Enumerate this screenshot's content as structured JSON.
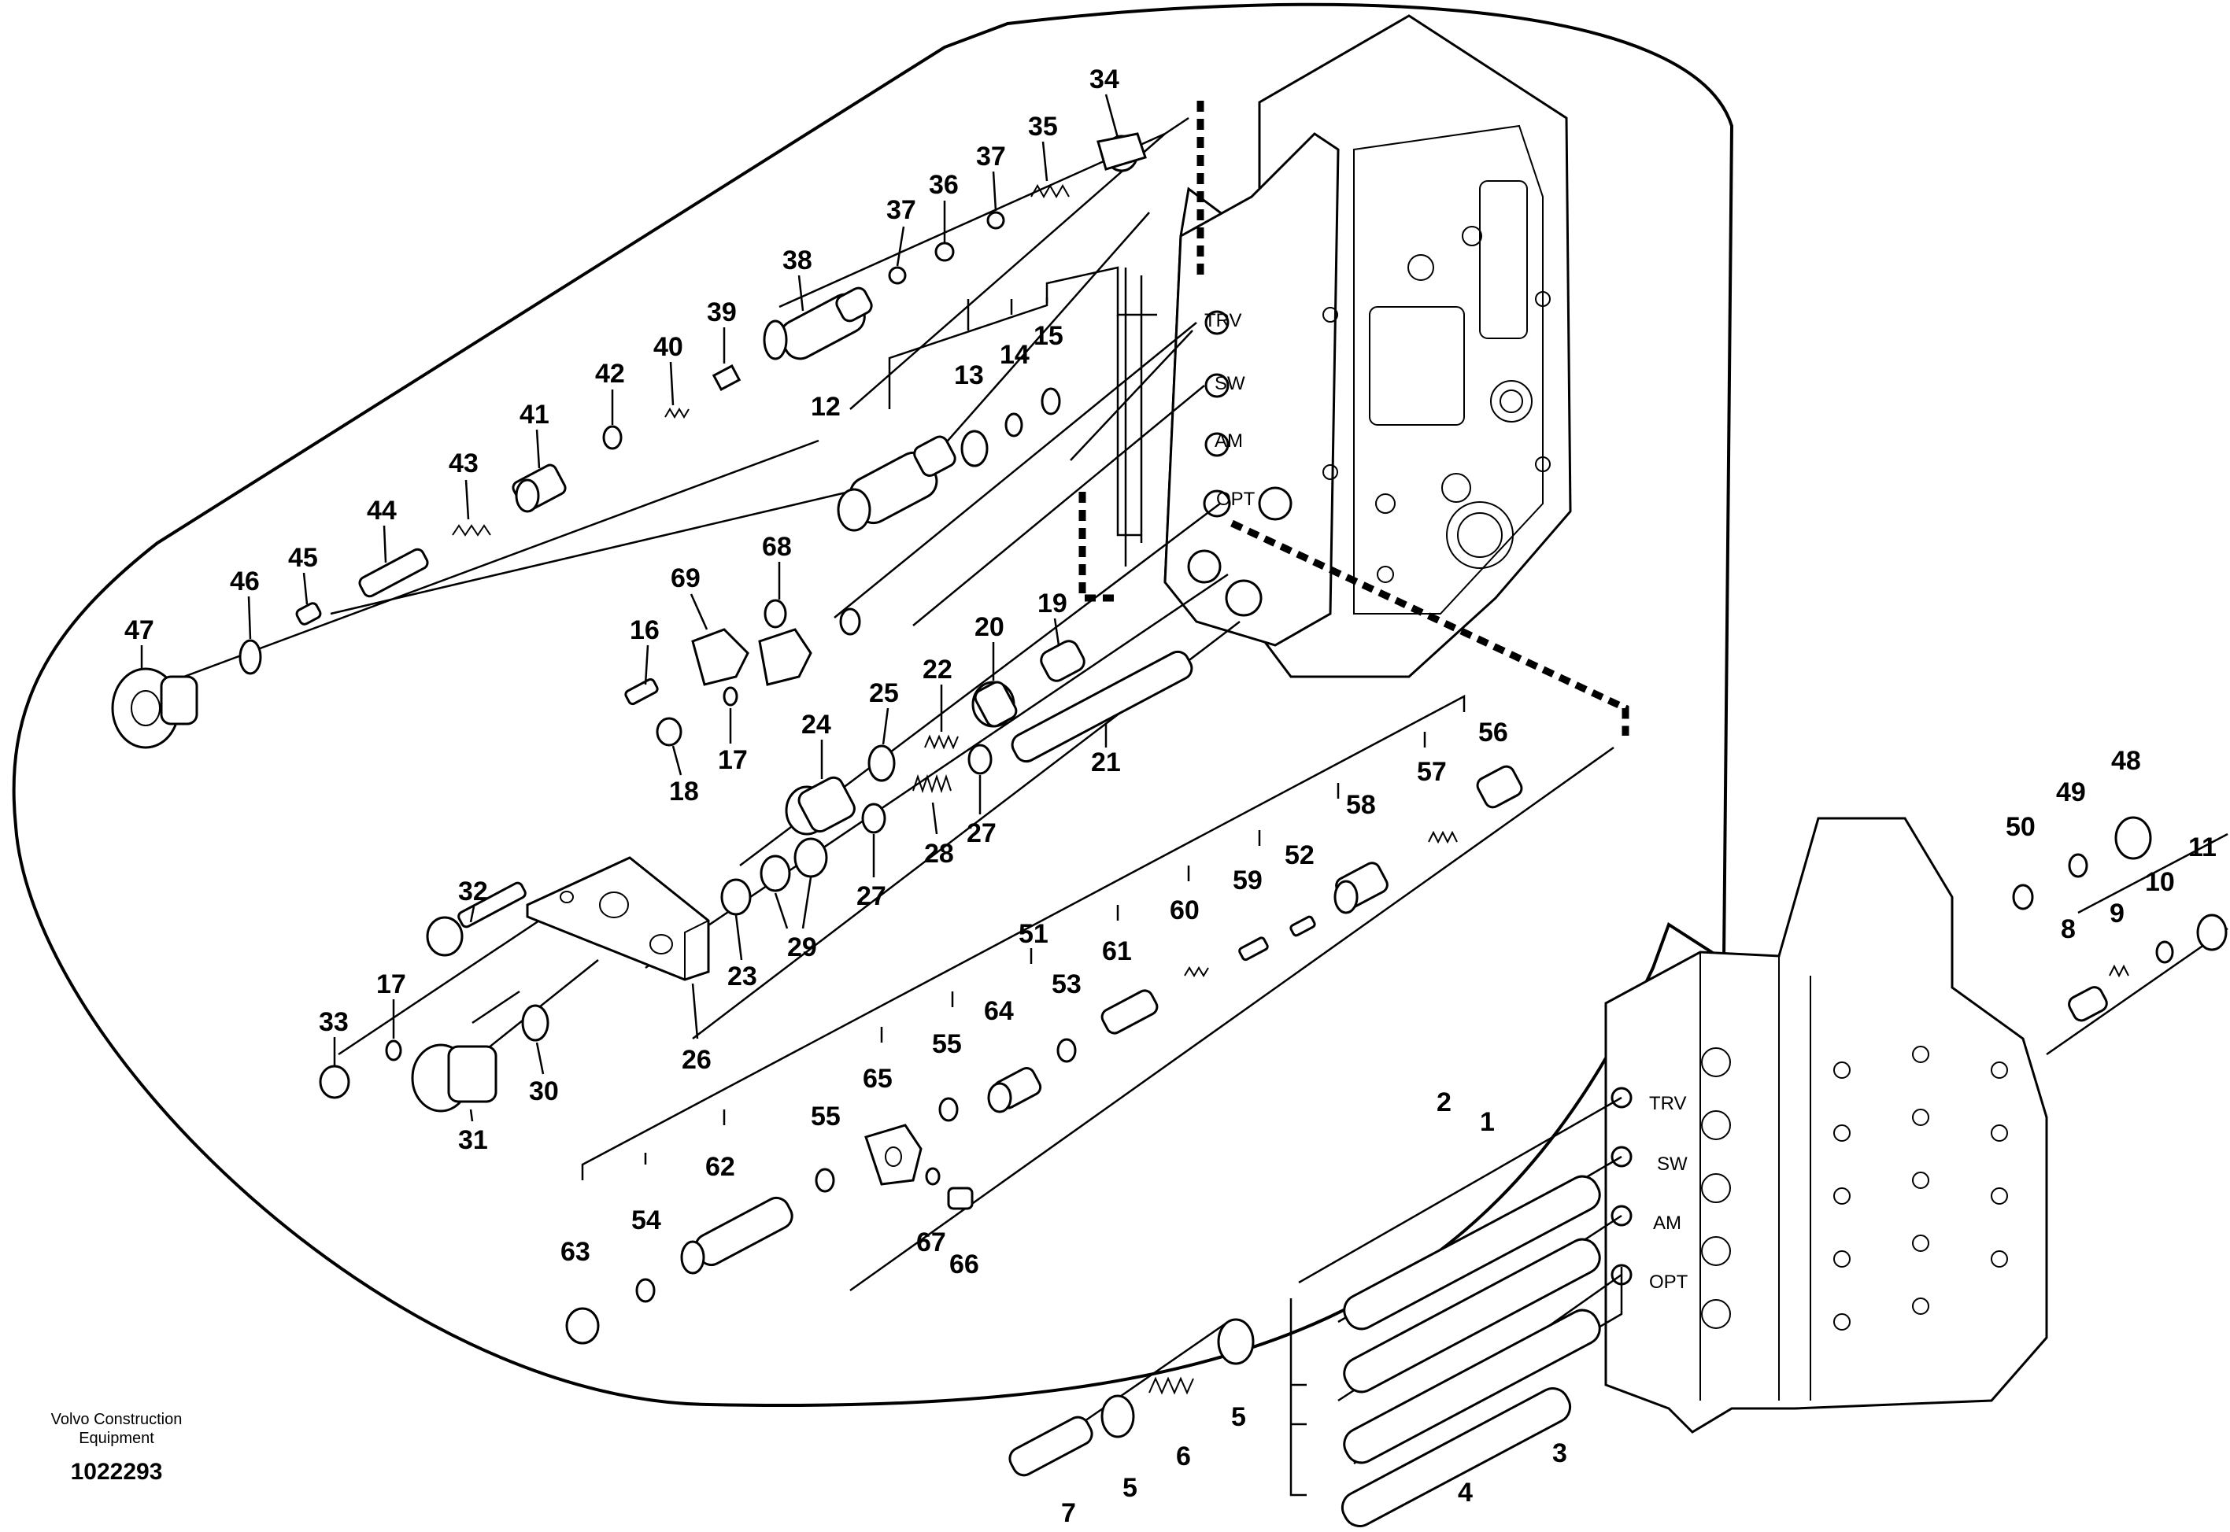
{
  "credit": {
    "line1": "Volvo Construction",
    "line2": "Equipment",
    "ref": "1022293"
  },
  "port_labels": {
    "detail": [
      "TRV",
      "SW",
      "AM",
      "OPT"
    ],
    "overview": [
      "TRV",
      "SW",
      "AM",
      "OPT"
    ]
  },
  "callouts": {
    "c1": "1",
    "c2": "2",
    "c3": "3",
    "c4": "4",
    "c5a": "5",
    "c5b": "5",
    "c6": "6",
    "c7": "7",
    "c8": "8",
    "c9": "9",
    "c10": "10",
    "c11": "11",
    "c12": "12",
    "c13": "13",
    "c14": "14",
    "c15": "15",
    "c16": "16",
    "c17a": "17",
    "c17b": "17",
    "c18": "18",
    "c19": "19",
    "c20": "20",
    "c21": "21",
    "c22": "22",
    "c23": "23",
    "c24": "24",
    "c25": "25",
    "c26": "26",
    "c27a": "27",
    "c27b": "27",
    "c28": "28",
    "c29": "29",
    "c30": "30",
    "c31": "31",
    "c32": "32",
    "c33": "33",
    "c34": "34",
    "c35": "35",
    "c36": "36",
    "c37a": "37",
    "c37b": "37",
    "c38": "38",
    "c39": "39",
    "c40": "40",
    "c41": "41",
    "c42": "42",
    "c43": "43",
    "c44": "44",
    "c45": "45",
    "c46": "46",
    "c47": "47",
    "c48": "48",
    "c49": "49",
    "c50": "50",
    "c51": "51",
    "c52": "52",
    "c53": "53",
    "c54": "54",
    "c55a": "55",
    "c55b": "55",
    "c56": "56",
    "c57": "57",
    "c58": "58",
    "c59": "59",
    "c60": "60",
    "c61": "61",
    "c62": "62",
    "c63": "63",
    "c64": "64",
    "c65": "65",
    "c66": "66",
    "c67": "67",
    "c68": "68",
    "c69": "69"
  }
}
